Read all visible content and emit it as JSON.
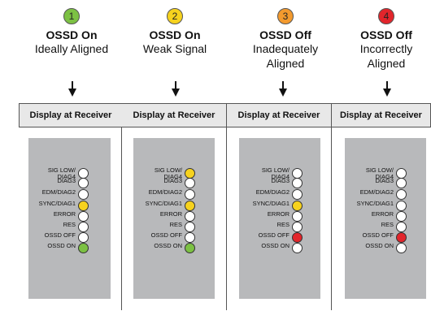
{
  "colors": {
    "green": "#7cc143",
    "yellow": "#f6d21e",
    "orange": "#f39a2e",
    "red": "#e2252b",
    "off": "#ffffff"
  },
  "panel_header": "Display at Receiver",
  "led_labels": [
    "SIG LOW/\nDIAG4",
    "DIAG3",
    "EDM/DIAG2",
    "SYNC/DIAG1",
    "ERROR",
    "RES",
    "OSSD OFF",
    "OSSD ON"
  ],
  "columns": [
    {
      "number": "1",
      "status": "OSSD On",
      "description": "Ideally Aligned",
      "badge_color": "#7cc143",
      "leds": [
        "off",
        "off",
        "off",
        "yellow",
        "off",
        "off",
        "off",
        "green"
      ]
    },
    {
      "number": "2",
      "status": "OSSD On",
      "description": "Weak Signal",
      "badge_color": "#f6d21e",
      "leds": [
        "yellow",
        "off",
        "off",
        "yellow",
        "off",
        "off",
        "off",
        "green"
      ]
    },
    {
      "number": "3",
      "status": "OSSD Off",
      "description": "Inadequately Aligned",
      "badge_color": "#f39a2e",
      "leds": [
        "off",
        "off",
        "off",
        "yellow",
        "off",
        "off",
        "red",
        "off"
      ]
    },
    {
      "number": "4",
      "status": "OSSD Off",
      "description": "Incorrectly Aligned",
      "badge_color": "#e2252b",
      "leds": [
        "off",
        "off",
        "off",
        "off",
        "off",
        "off",
        "red",
        "off"
      ]
    }
  ]
}
